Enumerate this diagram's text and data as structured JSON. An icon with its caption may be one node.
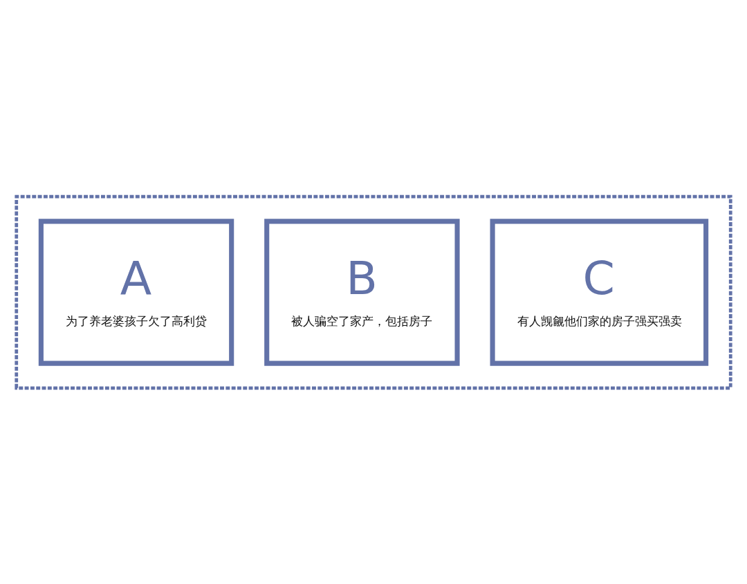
{
  "diagram": {
    "nodes": [
      {
        "text": [],
        "shape": "box"
      },
      {
        "text": [
          "A",
          "为了养老婆孩子欠了高利贷"
        ],
        "in": 0
      },
      {
        "text": [
          "B",
          "被人骗空了家产，包括房子"
        ],
        "in": 0
      },
      {
        "text": [
          "C",
          "有人觊觎他们家的房子强买强卖"
        ],
        "in": 0
      }
    ],
    "edges": []
  }
}
